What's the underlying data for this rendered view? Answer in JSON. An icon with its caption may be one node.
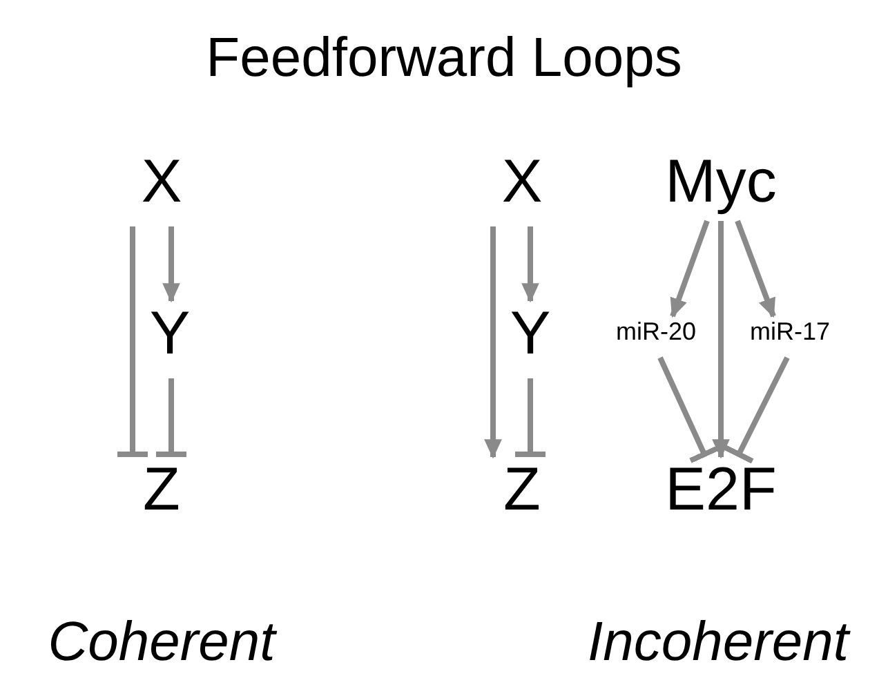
{
  "diagram": {
    "title": "Feedforward Loops",
    "nodes": [
      {
        "text": [
          "X"
        ]
      },
      {
        "text": [
          "Y"
        ]
      },
      {
        "text": [
          "Z"
        ]
      },
      {
        "text": [
          "X"
        ]
      },
      {
        "text": [
          "Y"
        ]
      },
      {
        "text": [
          "Z"
        ]
      },
      {
        "text": [
          "Myc"
        ]
      },
      {
        "text": [
          "miR-20"
        ]
      },
      {
        "text": [
          "miR-17"
        ]
      },
      {
        "text": [
          "E2F"
        ]
      }
    ],
    "edges": [
      {
        "from": 0,
        "to": 2,
        "arrow": "other"
      },
      {
        "from": 0,
        "to": 1,
        "arrow": "to"
      },
      {
        "from": 1,
        "to": 2,
        "arrow": "other"
      },
      {
        "from": 3,
        "to": 5,
        "arrow": "to"
      },
      {
        "from": 3,
        "to": 4,
        "arrow": "to"
      },
      {
        "from": 4,
        "to": 5,
        "arrow": "other"
      },
      {
        "from": 6,
        "to": 7,
        "arrow": "to"
      },
      {
        "from": 6,
        "to": 9,
        "arrow": "to"
      },
      {
        "from": 6,
        "to": 8,
        "arrow": "to"
      },
      {
        "from": 7,
        "to": 9,
        "arrow": "other"
      },
      {
        "from": 8,
        "to": 9,
        "arrow": "other"
      }
    ],
    "labels": [
      "Coherent",
      "Incoherent"
    ]
  }
}
